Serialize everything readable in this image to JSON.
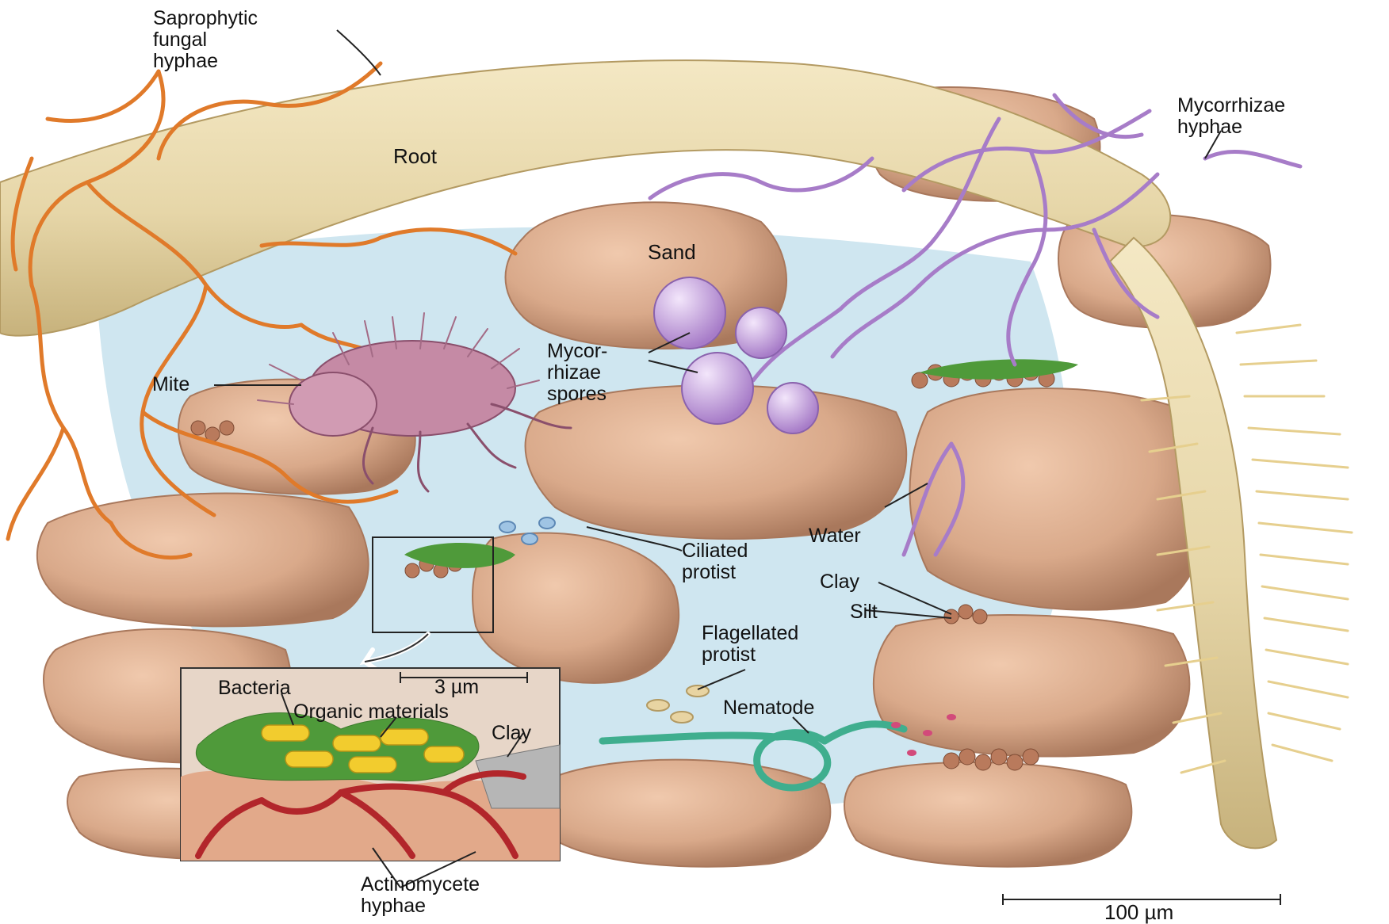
{
  "labels": {
    "saprophytic_fungal_hyphae": "Saprophytic\nfungal\nhyphae",
    "root": "Root",
    "mycorrhizae_hyphae": "Mycorrhizae\nhyphae",
    "sand": "Sand",
    "mycorrhizae_spores": "Mycor-\nrhizae\nspores",
    "mite": "Mite",
    "water": "Water",
    "ciliated_protist": "Ciliated\nprotist",
    "clay": "Clay",
    "silt": "Silt",
    "flagellated_protist": "Flagellated\nprotist",
    "nematode": "Nematode",
    "actinomycete_hyphae": "Actinomycete\nhyphae"
  },
  "inset": {
    "scale_label": "3 µm",
    "bacteria": "Bacteria",
    "organic_materials": "Organic materials",
    "clay": "Clay"
  },
  "scale_bar": {
    "label": "100 µm"
  },
  "colors": {
    "soil": "#d9a98a",
    "root": "#e6d6a8",
    "fungal_hyphae": "#e07a2a",
    "mycorrhizae": "#a77cc8",
    "water": "#cfe6f0",
    "nematode": "#3fae8e",
    "bacteria": "#f2cc2e",
    "organic_matter": "#4f9a3a",
    "actinomycete": "#b2262b"
  }
}
